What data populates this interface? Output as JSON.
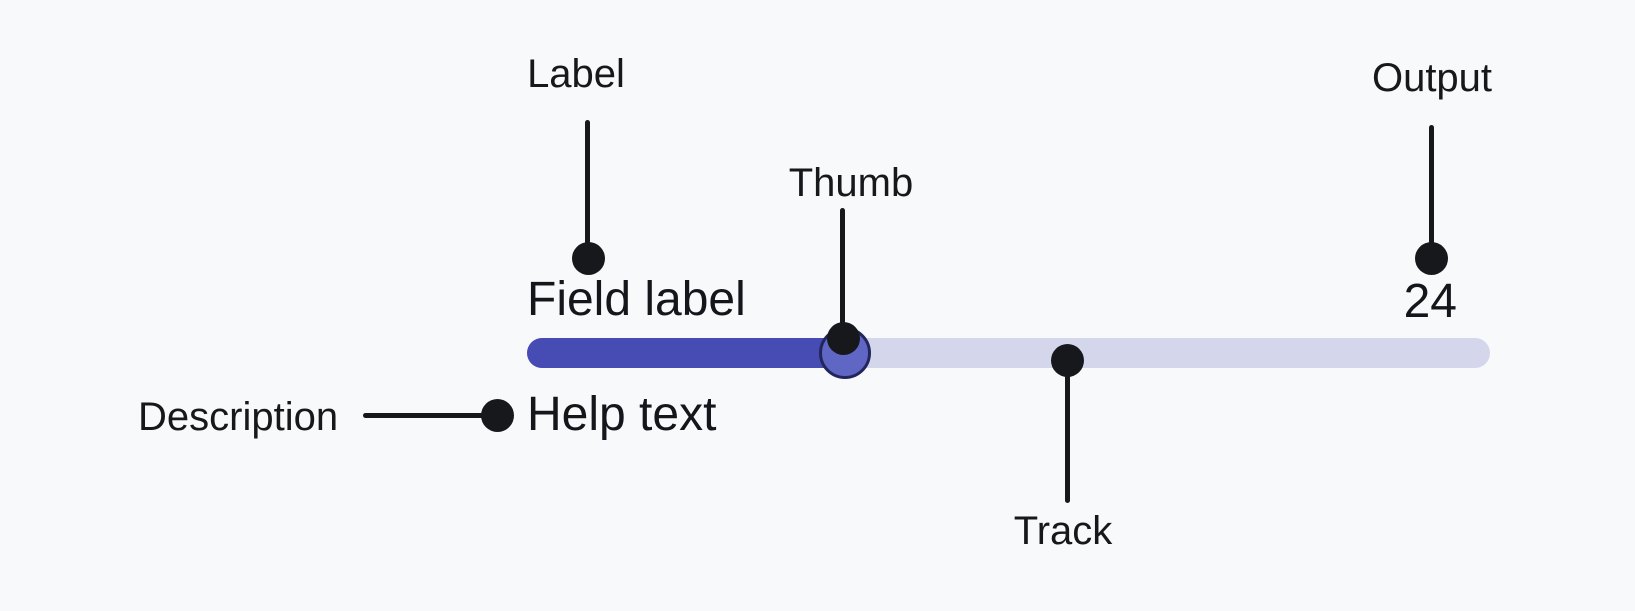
{
  "slider": {
    "field_label": "Field label",
    "output_value": "24",
    "help_text": "Help text",
    "value_percent": 33
  },
  "annotations": {
    "label": "Label",
    "thumb": "Thumb",
    "output": "Output",
    "track": "Track",
    "description": "Description"
  },
  "icons": {
    "callout_dot": "filled-circle",
    "callout_line": "leader-line"
  },
  "colors": {
    "background": "#F8F9FB",
    "track_fill": "#464CB3",
    "track_rest": "#D4D6EC",
    "thumb_fill": "#5F66C4",
    "thumb_border": "#23265B",
    "annotation": "#17181C",
    "text": "#14161B"
  }
}
